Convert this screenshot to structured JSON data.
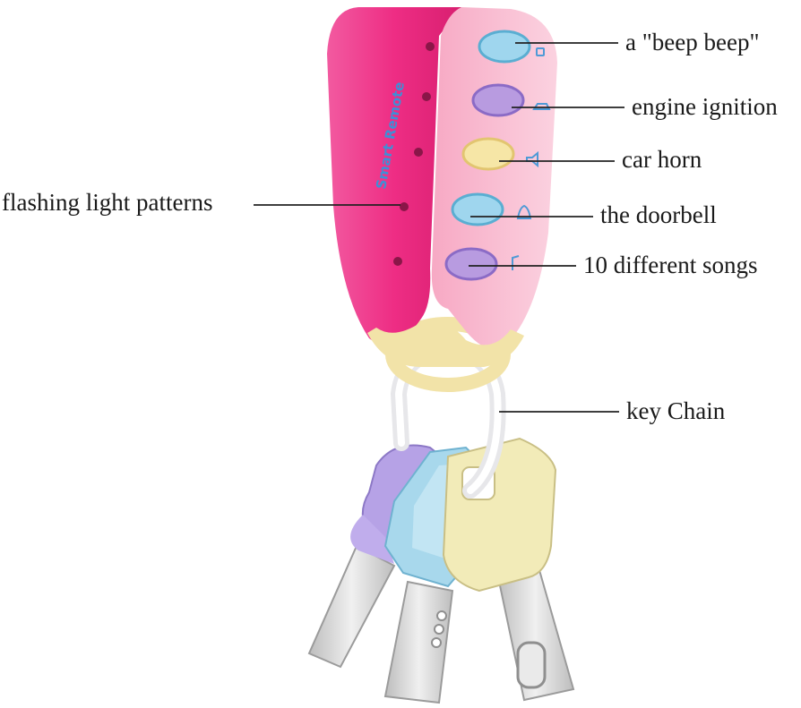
{
  "device": {
    "brand_text": "Smart Remote"
  },
  "callouts": {
    "beep": "a \"beep beep\"",
    "engine": "engine ignition",
    "horn": "car horn",
    "doorbell": "the doorbell",
    "songs": "10 different songs",
    "lights": "flashing light patterns",
    "chain": "key Chain"
  },
  "colors": {
    "shell_magenta": "#ee2d84",
    "shell_pink": "#f8b3cc",
    "button_blue": "#9fd6ee",
    "button_purple": "#b89be0",
    "button_yellow": "#f6e6a6",
    "key_purple": "#b6a2e6",
    "key_blue": "#a8d8ec",
    "key_cream": "#f2ebb8",
    "metal": "#d9d9d9",
    "brand_text": "#3f8ed6",
    "line": "#222222"
  }
}
